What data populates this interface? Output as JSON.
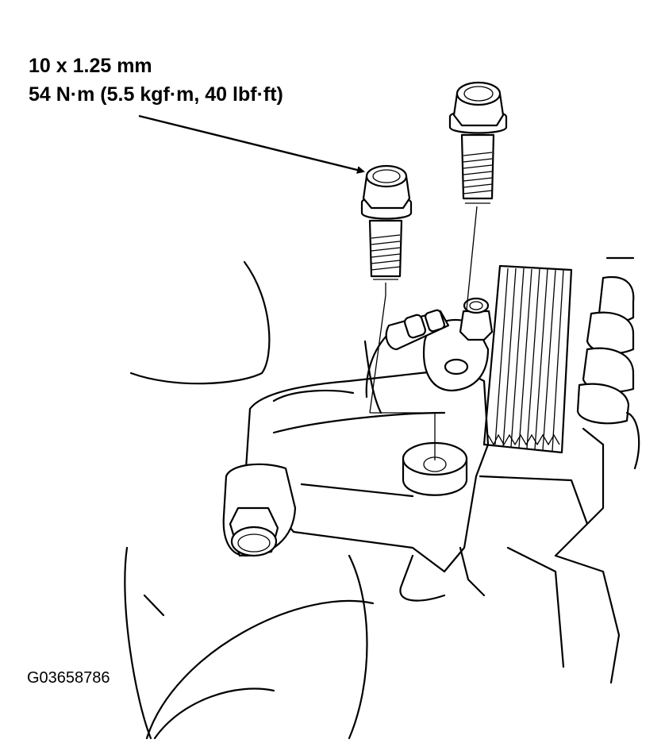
{
  "callout": {
    "bolt_size": "10 x 1.25 mm",
    "torque": "54 N·m (5.5 kgf·m, 40 lbf·ft)"
  },
  "figure_id": "G03658786"
}
